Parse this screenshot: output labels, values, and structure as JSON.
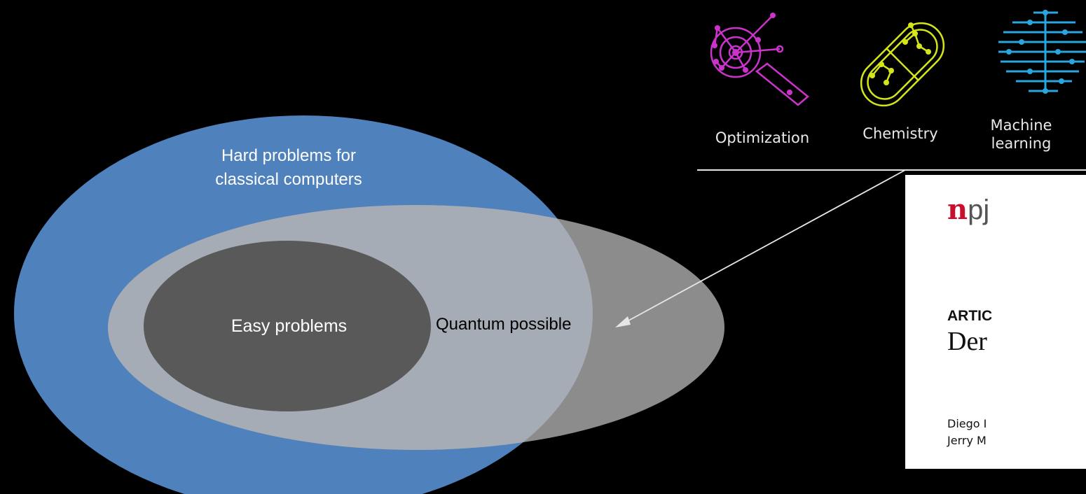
{
  "diagram": {
    "regions": {
      "hard": {
        "label": "Hard problems for\nclassical computers",
        "color": "#4f81bd"
      },
      "quantum": {
        "label": "Quantum possible",
        "color": "#8c8c8c"
      },
      "easy": {
        "label": "Easy problems",
        "color": "#595959"
      },
      "overlap": {
        "color": "#a6acb5"
      }
    },
    "applications": [
      {
        "label": "Optimization",
        "icon": "magnifier-network-icon",
        "color": "#cc33cc"
      },
      {
        "label": "Chemistry",
        "icon": "capsule-molecule-icon",
        "color": "#d4e61a"
      },
      {
        "label": "Machine\nlearning",
        "icon": "circuit-brain-icon",
        "color": "#29a6e0"
      }
    ],
    "paper": {
      "journal_first": "n",
      "journal_rest": "pj",
      "type": "ARTIC",
      "title": "Der",
      "authors": [
        "Diego I",
        "Jerry M"
      ]
    },
    "background": "#000000"
  }
}
